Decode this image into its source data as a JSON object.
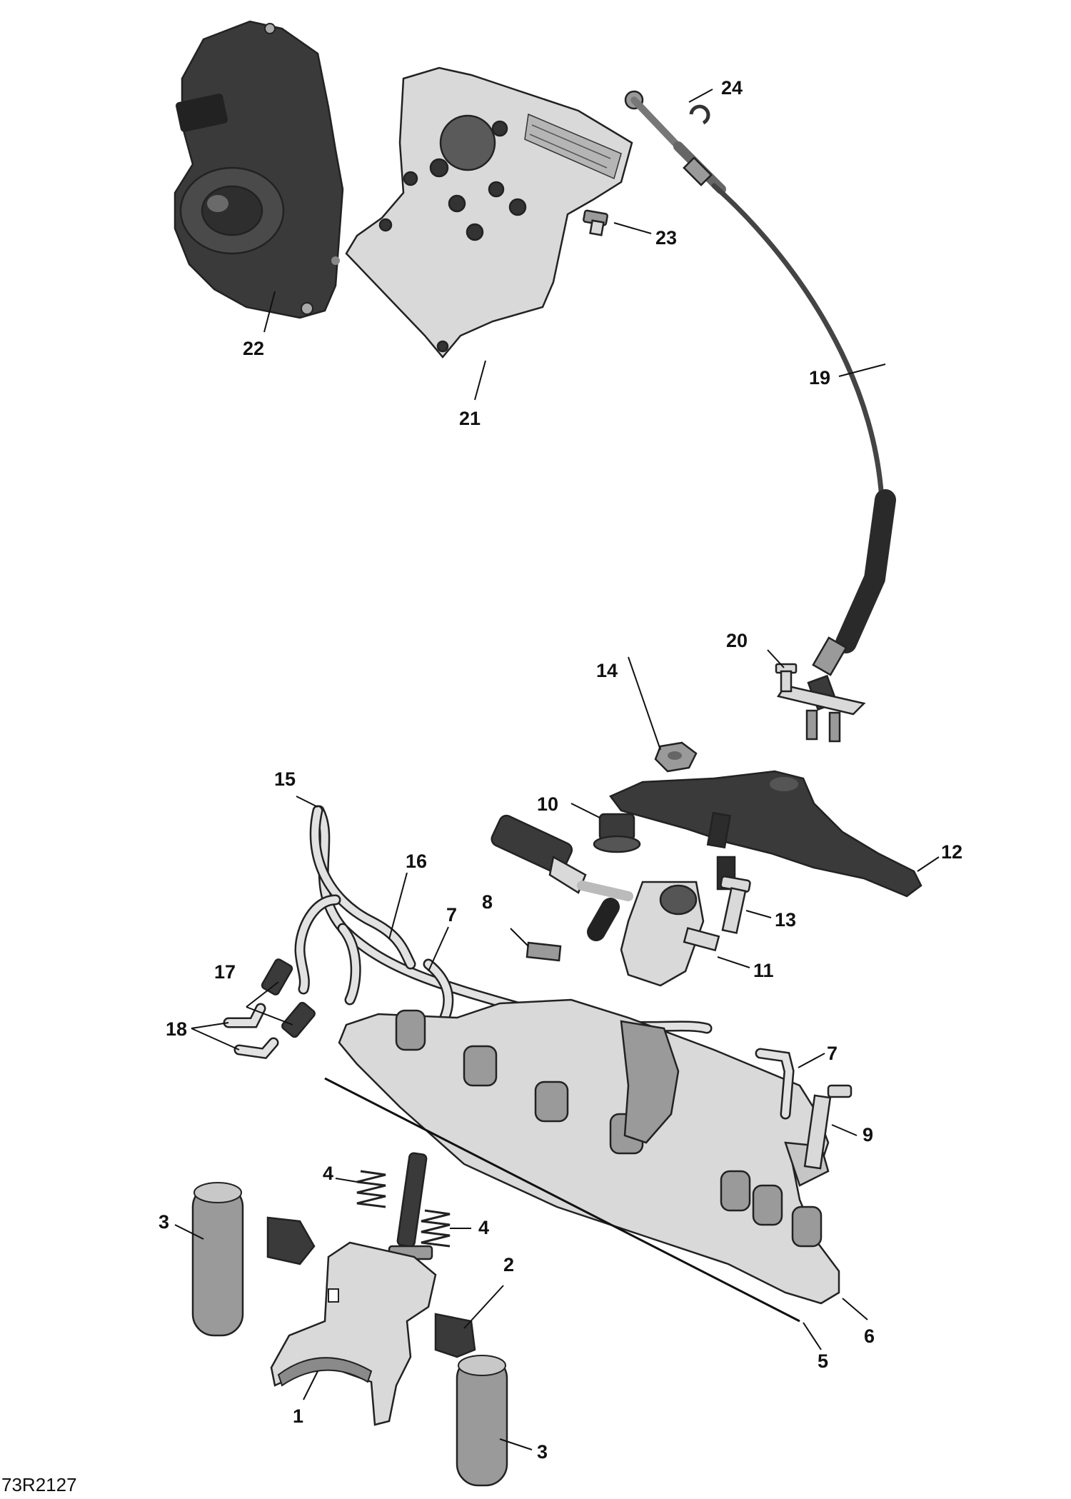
{
  "drawing_ref": "73R2127",
  "callouts": [
    {
      "id": "c1",
      "text": "1"
    },
    {
      "id": "c2",
      "text": "2"
    },
    {
      "id": "c3a",
      "text": "3"
    },
    {
      "id": "c3b",
      "text": "3"
    },
    {
      "id": "c4a",
      "text": "4"
    },
    {
      "id": "c4b",
      "text": "4"
    },
    {
      "id": "c5",
      "text": "5"
    },
    {
      "id": "c6",
      "text": "6"
    },
    {
      "id": "c7a",
      "text": "7"
    },
    {
      "id": "c7b",
      "text": "7"
    },
    {
      "id": "c8",
      "text": "8"
    },
    {
      "id": "c9",
      "text": "9"
    },
    {
      "id": "c10",
      "text": "10"
    },
    {
      "id": "c11",
      "text": "11"
    },
    {
      "id": "c12",
      "text": "12"
    },
    {
      "id": "c13",
      "text": "13"
    },
    {
      "id": "c14",
      "text": "14"
    },
    {
      "id": "c15",
      "text": "15"
    },
    {
      "id": "c16",
      "text": "16"
    },
    {
      "id": "c17",
      "text": "17"
    },
    {
      "id": "c18",
      "text": "18"
    },
    {
      "id": "c19",
      "text": "19"
    },
    {
      "id": "c20",
      "text": "20"
    },
    {
      "id": "c21",
      "text": "21"
    },
    {
      "id": "c22",
      "text": "22"
    },
    {
      "id": "c23",
      "text": "23"
    },
    {
      "id": "c24",
      "text": "24"
    }
  ]
}
